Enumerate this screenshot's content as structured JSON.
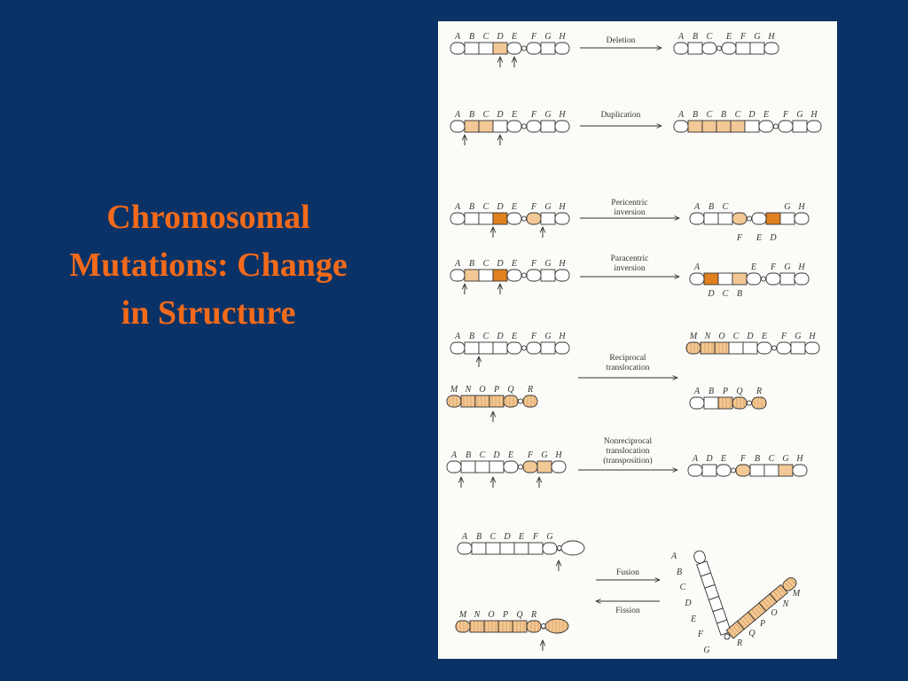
{
  "slide": {
    "title_lines": [
      "Chromosomal",
      "Mutations: Change",
      "in Structure"
    ]
  },
  "colors": {
    "background": "#0b3266",
    "title": "#f26a1b",
    "light_segment": "#f2c896",
    "dark_segment": "#e0801e",
    "stripe": "#e9b97a"
  },
  "operations": {
    "deletion": [
      "Deletion"
    ],
    "duplication": [
      "Duplication"
    ],
    "pericentric": [
      "Pericentric",
      "inversion"
    ],
    "paracentric": [
      "Paracentric",
      "inversion"
    ],
    "reciprocal": [
      "Reciprocal",
      "translocation"
    ],
    "nonreciprocal": [
      "Nonreciprocal",
      "translocation",
      "(transposition)"
    ],
    "fusion": [
      "Fusion"
    ],
    "fission": [
      "Fission"
    ]
  },
  "chromosomes": {
    "del_before": [
      "A",
      "B",
      "C",
      "D",
      "E",
      "F",
      "G",
      "H"
    ],
    "del_after": [
      "A",
      "B",
      "C",
      "E",
      "F",
      "G",
      "H"
    ],
    "dup_before": [
      "A",
      "B",
      "C",
      "D",
      "E",
      "F",
      "G",
      "H"
    ],
    "dup_after": [
      "A",
      "B",
      "C",
      "B",
      "C",
      "D",
      "E",
      "F",
      "G",
      "H"
    ],
    "peri_before": [
      "A",
      "B",
      "C",
      "D",
      "E",
      "F",
      "G",
      "H"
    ],
    "peri_after_top": [
      "A",
      "B",
      "C",
      "G",
      "H"
    ],
    "peri_after_bottom": [
      "F",
      "E",
      "D"
    ],
    "para_before": [
      "A",
      "B",
      "C",
      "D",
      "E",
      "F",
      "G",
      "H"
    ],
    "para_after_top": [
      "A",
      "E",
      "F",
      "G",
      "H"
    ],
    "para_after_bottom": [
      "D",
      "C",
      "B"
    ],
    "recip_before_1": [
      "A",
      "B",
      "C",
      "D",
      "E",
      "F",
      "G",
      "H"
    ],
    "recip_before_2": [
      "M",
      "N",
      "O",
      "P",
      "Q",
      "R"
    ],
    "recip_after_1": [
      "M",
      "N",
      "O",
      "C",
      "D",
      "E",
      "F",
      "G",
      "H"
    ],
    "recip_after_2": [
      "A",
      "B",
      "P",
      "Q",
      "R"
    ],
    "nonrecip_before": [
      "A",
      "B",
      "C",
      "D",
      "E",
      "F",
      "G",
      "H"
    ],
    "nonrecip_after": [
      "A",
      "D",
      "E",
      "F",
      "B",
      "C",
      "G",
      "H"
    ],
    "fusion_before_1": [
      "A",
      "B",
      "C",
      "D",
      "E",
      "F",
      "G"
    ],
    "fusion_before_2": [
      "M",
      "N",
      "O",
      "P",
      "Q",
      "R"
    ],
    "fused_left": [
      "A",
      "B",
      "C",
      "D",
      "E",
      "F",
      "G"
    ],
    "fused_right": [
      "R",
      "Q",
      "P",
      "O",
      "N",
      "M"
    ]
  }
}
